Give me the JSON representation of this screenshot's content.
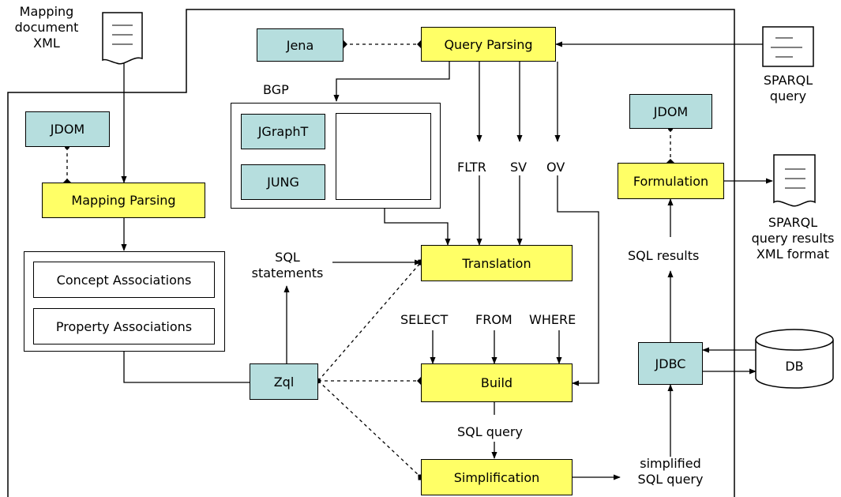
{
  "nodes": {
    "jena": "Jena",
    "query_parsing": "Query Parsing",
    "jdom_left": "JDOM",
    "mapping_parsing": "Mapping Parsing",
    "jgrapht": "JGraphT",
    "jung": "JUNG",
    "jdom_right": "JDOM",
    "formulation": "Formulation",
    "concept_assoc": "Concept Associations",
    "property_assoc": "Property Associations",
    "translation": "Translation",
    "zql": "Zql",
    "build": "Build",
    "jdbc": "JDBC",
    "db": "DB",
    "simplification": "Simplification"
  },
  "labels": {
    "mapping_doc": [
      "Mapping",
      "document",
      "XML"
    ],
    "sparql_query": [
      "SPARQL",
      "query"
    ],
    "sparql_results": [
      "SPARQL",
      "query results",
      "XML format"
    ],
    "bgp": "BGP",
    "fltr": "FLTR",
    "sv": "SV",
    "ov": "OV",
    "sql_statements": [
      "SQL",
      "statements"
    ],
    "sql_results": "SQL results",
    "select": "SELECT",
    "from": "FROM",
    "where": "WHERE",
    "sql_query": "SQL query",
    "simplified_sql": [
      "simplified",
      "SQL query"
    ]
  },
  "colors": {
    "module": "#ffff66",
    "library": "#b6dede"
  }
}
